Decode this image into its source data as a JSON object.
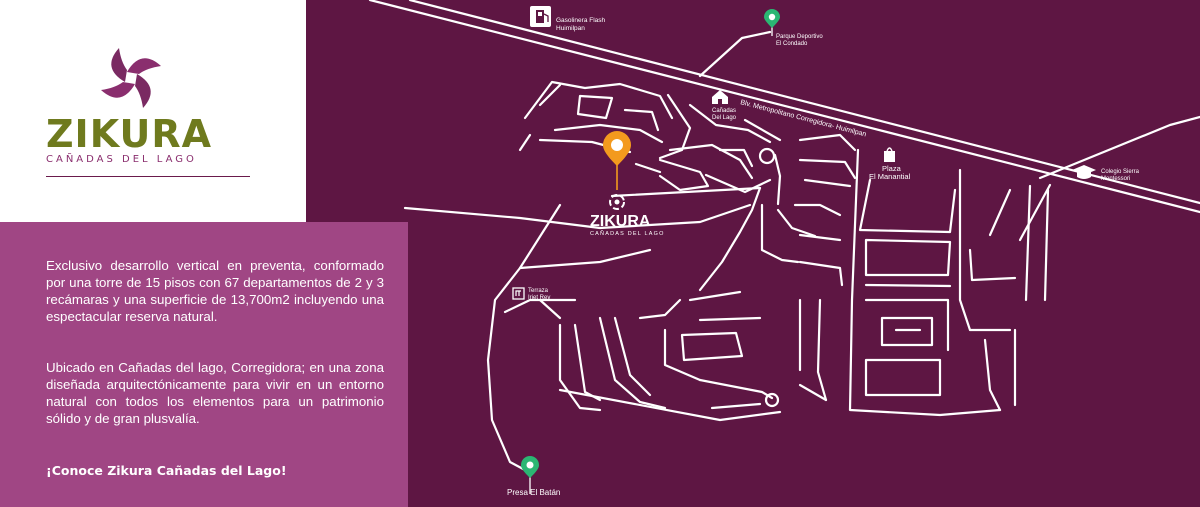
{
  "brand": {
    "name": "ZIKURA",
    "subtitle": "CAÑADAS DEL LAGO"
  },
  "description": {
    "paragraph1": "Exclusivo desarrollo vertical en preventa, conformado por una torre de 15 pisos con 67 departamentos de 2 y 3 recámaras y una superficie de 13,700m2 incluyendo una espectacular reserva natural.",
    "paragraph2": "Ubicado en Cañadas del lago, Corregidora; en una zona diseñada arquitectónicamente para vivir en un entorno natural con todos los elementos para un patrimonio sólido y de gran plusvalía.",
    "cta": "¡Conoce Zikura Cañadas del Lago!"
  },
  "map": {
    "boulevard": "Blv. Metropolitano Corregidora- Huimilpan",
    "project_logo": {
      "name": "ZIKURA",
      "subtitle": "CAÑADAS DEL LAGO"
    },
    "pois": {
      "gas_station": {
        "line1": "Gasolinera Flash",
        "line2": "Huimilpan",
        "icon": "gas-pump-icon"
      },
      "sports_park": {
        "line1": "Parque Deportivo",
        "line2": "El Condado",
        "icon": "location-pin-icon"
      },
      "canadas": {
        "line1": "Cañadas",
        "line2": "Del Lago",
        "icon": "house-icon"
      },
      "plaza": {
        "line1": "Plaza",
        "line2": "El Manantial",
        "icon": "shopping-bag-icon"
      },
      "school": {
        "line1": "Colegio Sierra",
        "line2": "Montessori",
        "icon": "graduation-cap-icon"
      },
      "terrace": {
        "line1": "Terraza",
        "line2": "Iriet Rey",
        "icon": "terrace-icon"
      },
      "dam": {
        "line1": "Presa El Batán",
        "icon": "location-pin-icon"
      }
    }
  },
  "colors": {
    "map_background": "#5e1643",
    "info_panel": "#a04684",
    "brand_green": "#6f7a1e",
    "brand_purple": "#8a2e6e",
    "pin_orange": "#f39a1e",
    "pin_green": "#2bb673"
  }
}
